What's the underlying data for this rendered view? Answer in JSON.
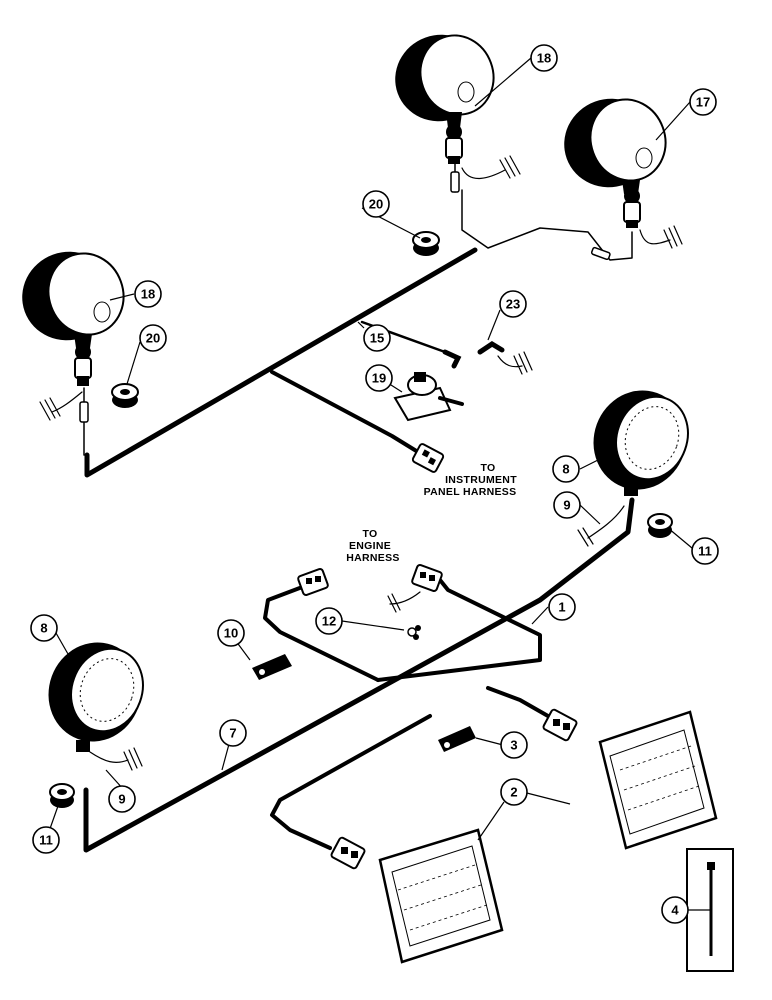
{
  "callouts": {
    "c1": "1",
    "c2": "2",
    "c3": "3",
    "c4": "4",
    "c7": "7",
    "c8a": "8",
    "c8b": "8",
    "c9a": "9",
    "c9b": "9",
    "c10": "10",
    "c11a": "11",
    "c11b": "11",
    "c12": "12",
    "c15": "15",
    "c17": "17",
    "c18a": "18",
    "c18b": "18",
    "c19": "19",
    "c20a": "20",
    "c20b": "20",
    "c23": "23"
  },
  "notes": {
    "instrument": [
      "TO",
      "INSTRUMENT",
      "PANEL HARNESS"
    ],
    "engine": [
      "TO",
      "ENGINE",
      "HARNESS"
    ]
  },
  "colors": {
    "ink": "#000000",
    "paper": "#ffffff"
  }
}
